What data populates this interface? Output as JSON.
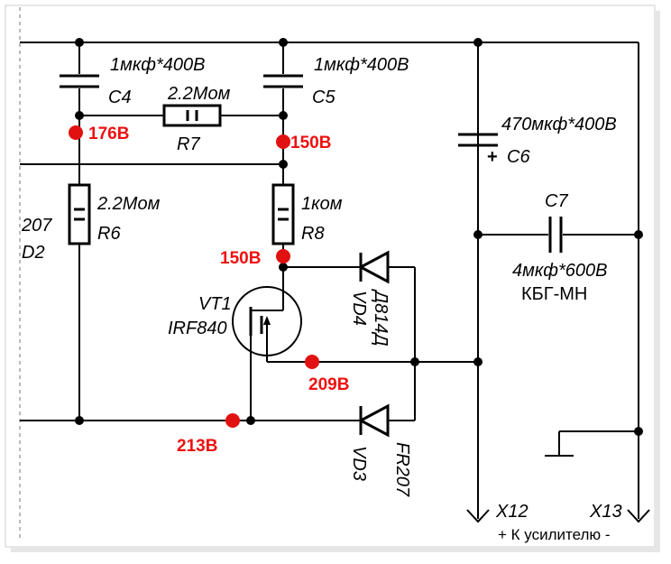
{
  "components": {
    "c4": {
      "ref": "C4",
      "value": "1мкф*400В"
    },
    "c5": {
      "ref": "C5",
      "value": "1мкф*400В"
    },
    "r7": {
      "ref": "R7",
      "value": "2.2Мом"
    },
    "r6": {
      "ref": "R6",
      "value": "2.2Мом"
    },
    "r8": {
      "ref": "R8",
      "value": "1ком"
    },
    "c6": {
      "ref": "C6",
      "value": "470мкф*400В",
      "polarity": "+"
    },
    "c7": {
      "ref": "C7",
      "value": "4мкф*600В",
      "type": "КБГ-МН"
    },
    "vt1": {
      "ref": "VT1",
      "part": "IRF840"
    },
    "vd4": {
      "ref": "VD4",
      "part": "Д814Д"
    },
    "vd3": {
      "ref": "VD3",
      "part": "FR207"
    }
  },
  "edge_labels": {
    "left_top": "207",
    "left_bottom": "D2"
  },
  "outputs": {
    "x12": "X12",
    "x13": "X13",
    "caption": "+ К усилителю -"
  },
  "voltages": {
    "v176": "176В",
    "v150a": "150В",
    "v150b": "150В",
    "v209": "209В",
    "v213": "213В"
  },
  "colors": {
    "probe": "#e11111",
    "wire": "#000000",
    "frame": "#d0d0d0"
  }
}
